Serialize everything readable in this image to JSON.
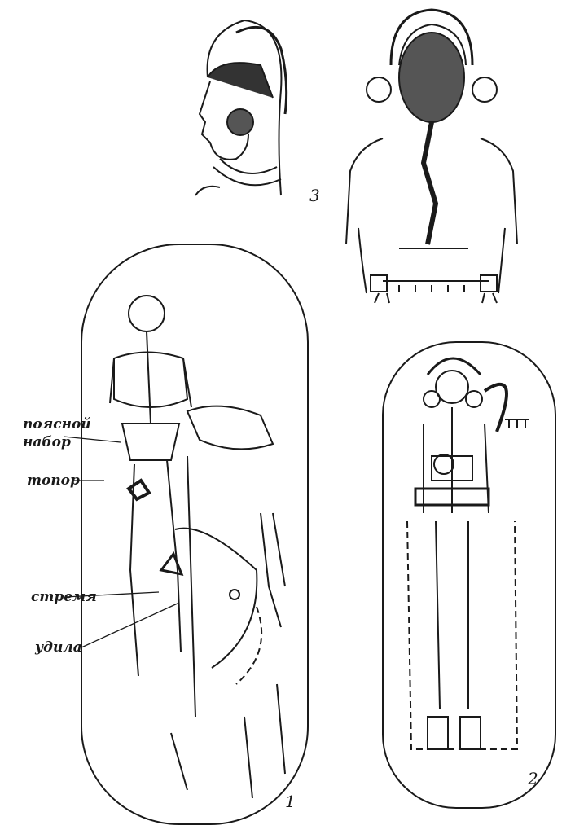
{
  "labels": {
    "belt_set_line1": "поясной",
    "belt_set_line2": "набор",
    "axe": "топор",
    "stirrup": "стремя",
    "bit": "удила"
  },
  "figure_numbers": {
    "burial_1": "1",
    "burial_2": "2",
    "reconstruction_3": "3"
  },
  "colors": {
    "ink": "#1a1a1a",
    "background": "#ffffff"
  }
}
